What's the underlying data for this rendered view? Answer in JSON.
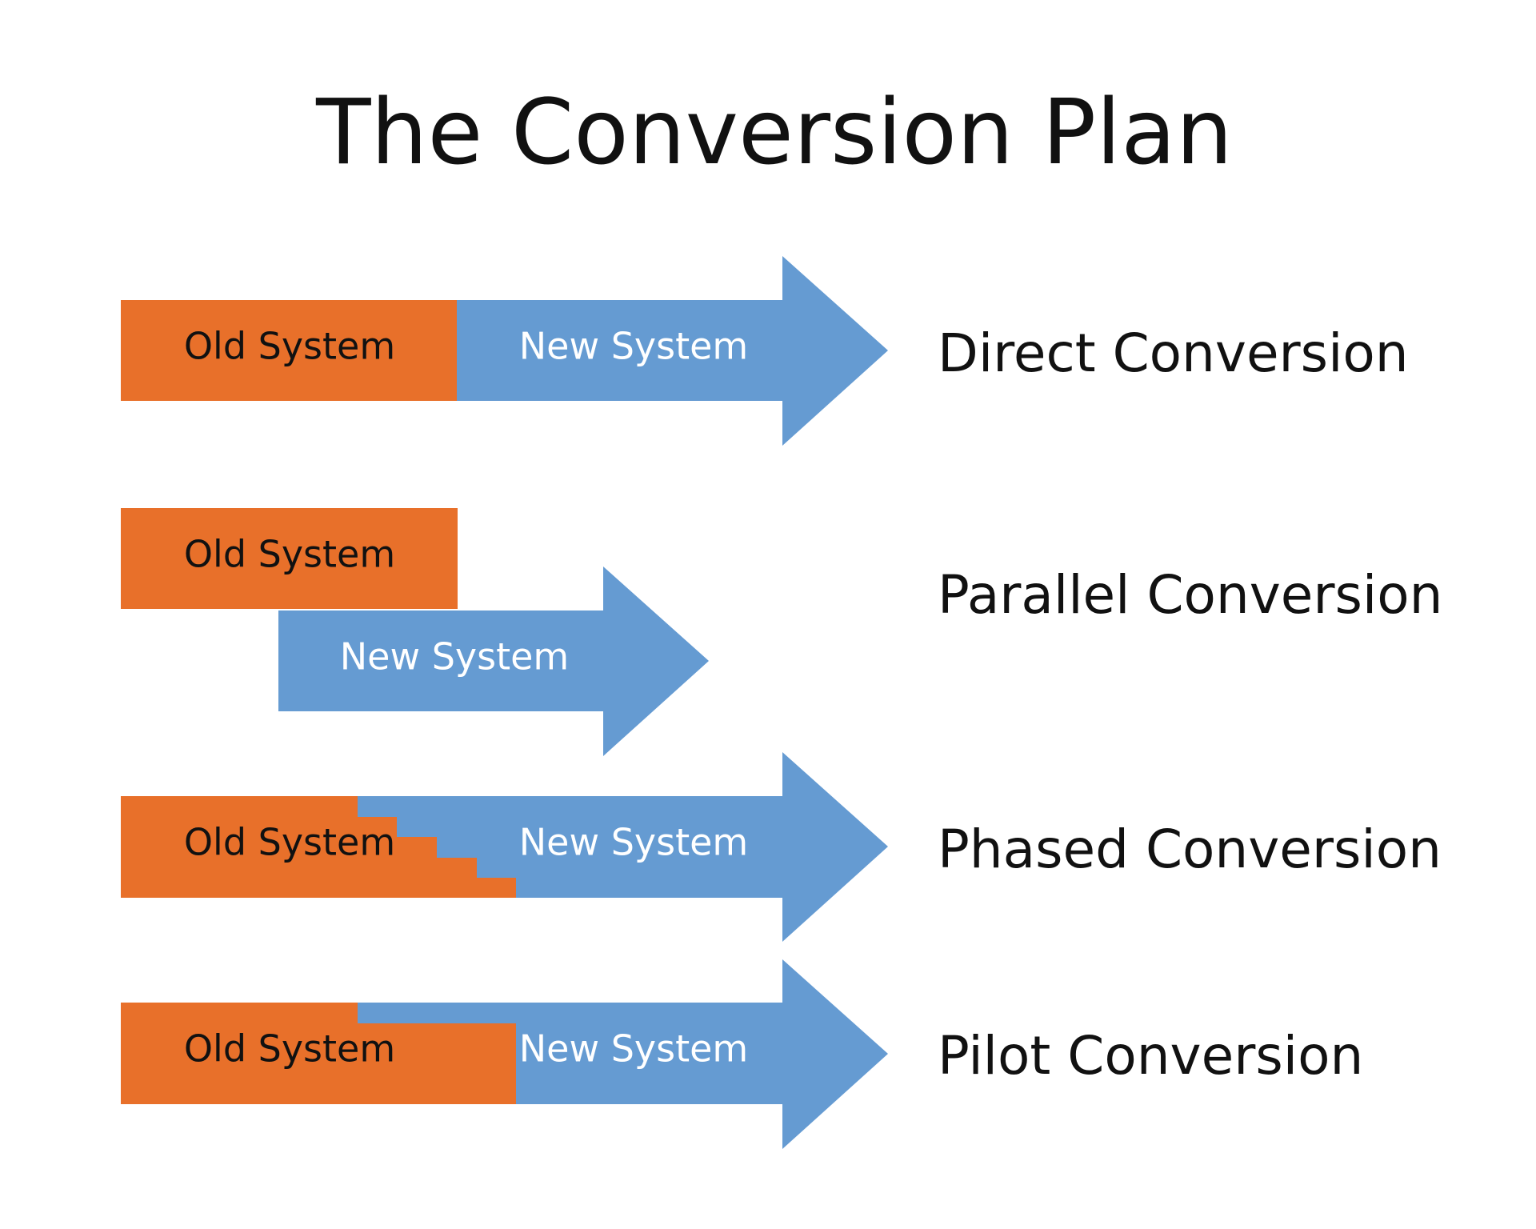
{
  "title": "The Conversion Plan",
  "colors": {
    "old_system": "#E8702A",
    "new_system": "#659BD2",
    "old_text": "#111111",
    "new_text": "#ffffff",
    "background": "#ffffff"
  },
  "rows": [
    {
      "old_label": "Old System",
      "new_label": "New System",
      "conversion_label": "Direct Conversion"
    },
    {
      "old_label": "Old System",
      "new_label": "New System",
      "conversion_label": "Parallel Conversion"
    },
    {
      "old_label": "Old System",
      "new_label": "New System",
      "conversion_label": "Phased Conversion"
    },
    {
      "old_label": "Old System",
      "new_label": "New System",
      "conversion_label": "Pilot Conversion"
    }
  ]
}
